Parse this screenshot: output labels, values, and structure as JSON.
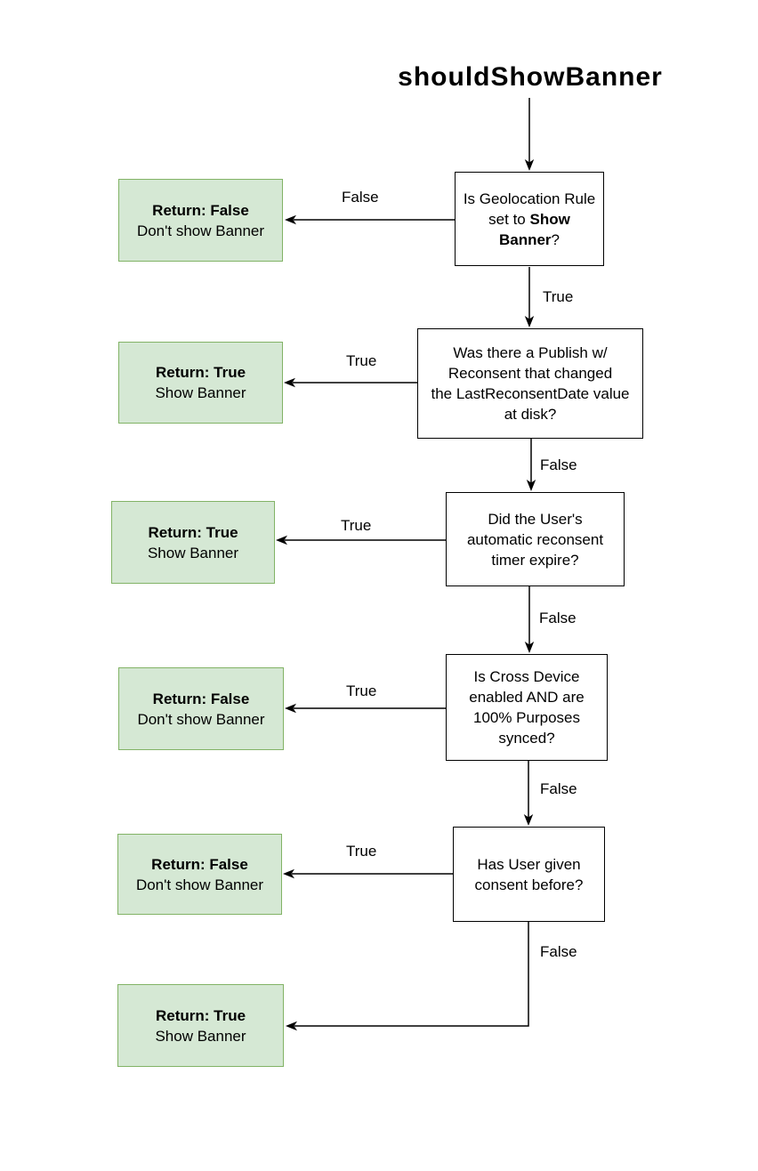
{
  "title": "shouldShowBanner",
  "colors": {
    "result_fill": "#d5e8d4",
    "result_border": "#82b366",
    "line": "#000000"
  },
  "decisions": [
    {
      "l1": "Is Geolocation Rule",
      "l2pre": "set to ",
      "l2bold": "Show",
      "l3bold": "Banner",
      "l3suf": "?"
    },
    {
      "lines": [
        "Was there a Publish w/",
        "Reconsent that changed",
        "the LastReconsentDate value",
        "at disk?"
      ]
    },
    {
      "lines": [
        "Did the User's",
        "automatic reconsent",
        "timer expire?"
      ]
    },
    {
      "lines": [
        "Is Cross Device",
        "enabled AND are",
        "100% Purposes",
        "synced?"
      ]
    },
    {
      "lines": [
        "Has User given",
        "consent before?"
      ]
    }
  ],
  "results": [
    {
      "title": "Return: False",
      "subtitle": "Don't show Banner"
    },
    {
      "title": "Return: True",
      "subtitle": "Show Banner"
    },
    {
      "title": "Return: True",
      "subtitle": "Show Banner"
    },
    {
      "title": "Return: False",
      "subtitle": "Don't show Banner"
    },
    {
      "title": "Return: False",
      "subtitle": "Don't show Banner"
    },
    {
      "title": "Return: True",
      "subtitle": "Show Banner"
    }
  ],
  "edges": [
    {
      "label": "False"
    },
    {
      "label": "True"
    },
    {
      "label": "True"
    },
    {
      "label": "False"
    },
    {
      "label": "True"
    },
    {
      "label": "False"
    },
    {
      "label": "True"
    },
    {
      "label": "False"
    },
    {
      "label": "True"
    },
    {
      "label": "False"
    }
  ]
}
